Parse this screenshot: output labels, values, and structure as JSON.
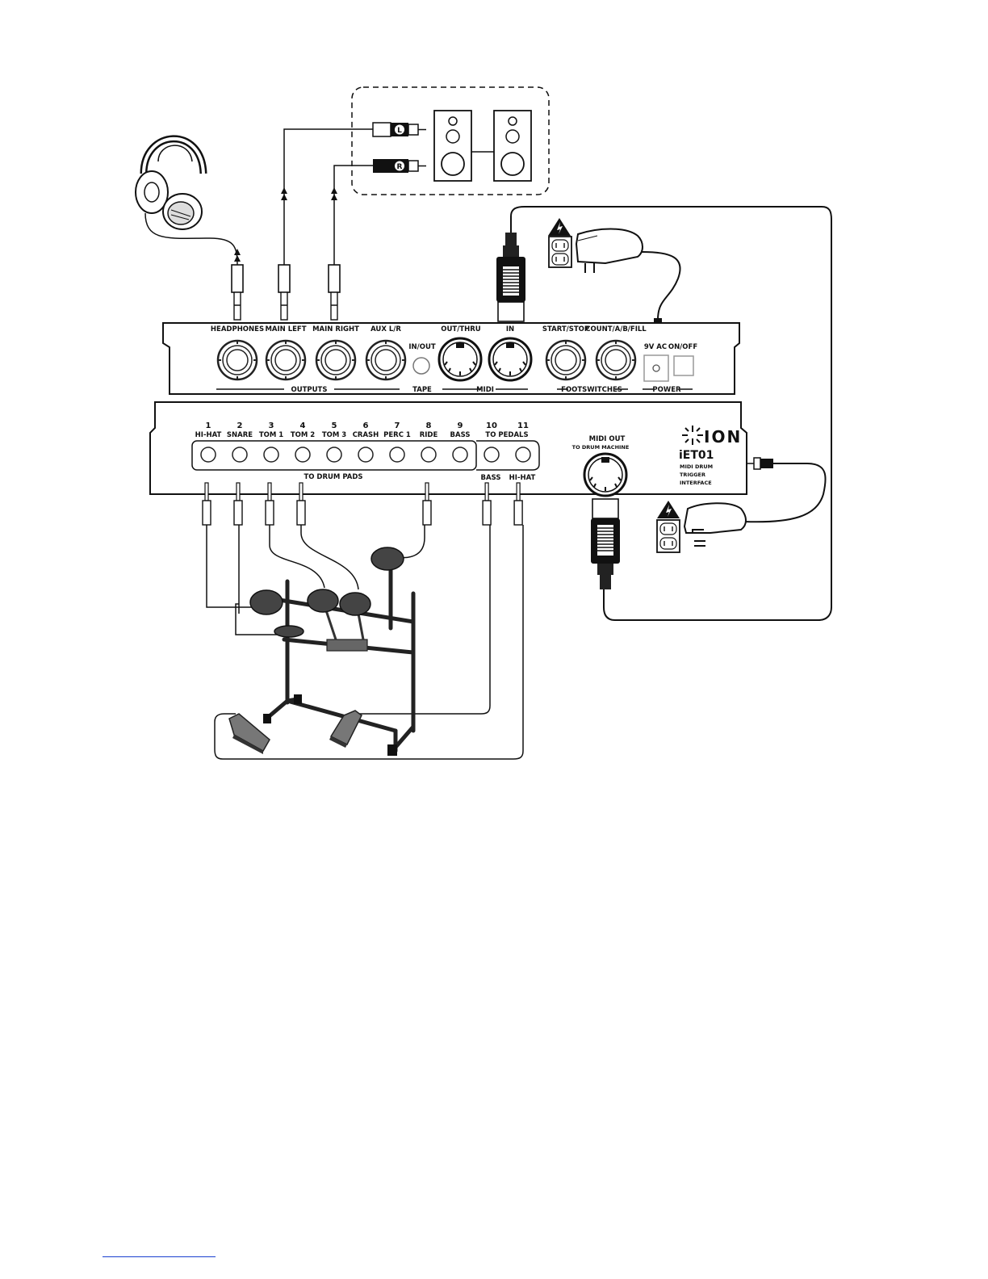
{
  "rear_panel": {
    "labels": {
      "headphones": "HEADPHONES",
      "main_left": "MAIN LEFT",
      "main_right": "MAIN RIGHT",
      "aux": "AUX L/R",
      "in_out": "IN/OUT",
      "out_thru": "OUT/THRU",
      "in": "IN",
      "start_stop": "START/STOP",
      "count": "COUNT/A/B/FILL",
      "ac": "9V AC",
      "on_off": "ON/OFF"
    },
    "groups": {
      "outputs": "OUTPUTS",
      "tape": "TAPE",
      "midi": "MIDI",
      "footswitches": "FOOTSWITCHES",
      "power": "POWER"
    }
  },
  "front_panel": {
    "inputs": [
      {
        "number": "1",
        "label": "HI-HAT"
      },
      {
        "number": "2",
        "label": "SNARE"
      },
      {
        "number": "3",
        "label": "TOM 1"
      },
      {
        "number": "4",
        "label": "TOM 2"
      },
      {
        "number": "5",
        "label": "TOM 3"
      },
      {
        "number": "6",
        "label": "CRASH"
      },
      {
        "number": "7",
        "label": "PERC 1"
      },
      {
        "number": "8",
        "label": "RIDE"
      },
      {
        "number": "9",
        "label": "BASS"
      },
      {
        "number": "10",
        "label": ""
      },
      {
        "number": "11",
        "label": ""
      }
    ],
    "to_pedals": "TO PEDALS",
    "to_drum_pads": "TO DRUM PADS",
    "pedal_labels": [
      "BASS",
      "HI-HAT"
    ],
    "midi_out": "MIDI OUT",
    "to_drum_machine": "TO DRUM MACHINE",
    "brand": "ION",
    "model": "iET01",
    "description": [
      "MIDI DRUM",
      "TRIGGER",
      "INTERFACE"
    ]
  },
  "speakers": {
    "left_marker": "L",
    "right_marker": "R"
  }
}
